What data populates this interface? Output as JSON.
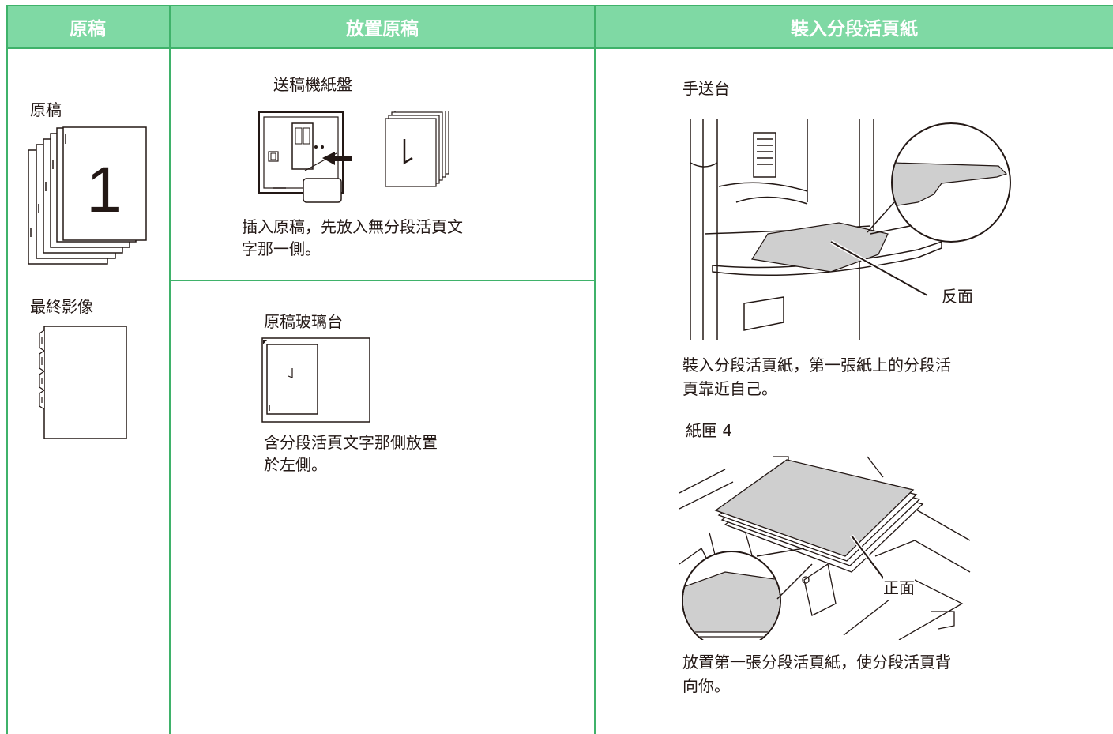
{
  "headers": {
    "original": "原稿",
    "placement": "放置原稿",
    "loading": "裝入分段活頁紙"
  },
  "col1": {
    "original_label": "原稿",
    "page_number": "1",
    "final_label": "最終影像"
  },
  "col2": {
    "feeder_label": "送稿機紙盤",
    "feeder_line1": "插入原稿，先放入無分段活頁文",
    "feeder_line2": "字那一側。",
    "glass_label": "原稿玻璃台",
    "glass_line1": "含分段活頁文字那側放置",
    "glass_line2": "於左側。"
  },
  "col3": {
    "bypass_label": "手送台",
    "reverse_side": "反面",
    "bypass_line1": "裝入分段活頁紙，第一張紙上的分段活",
    "bypass_line2": "頁靠近自己。",
    "tray_label": "紙匣 4",
    "front_side": "正面",
    "tray_line1": "放置第一張分段活頁紙，使分段活頁背",
    "tray_line2": "向你。"
  },
  "colors": {
    "header_bg": "#7fd9a4",
    "border": "#3fb26a"
  }
}
